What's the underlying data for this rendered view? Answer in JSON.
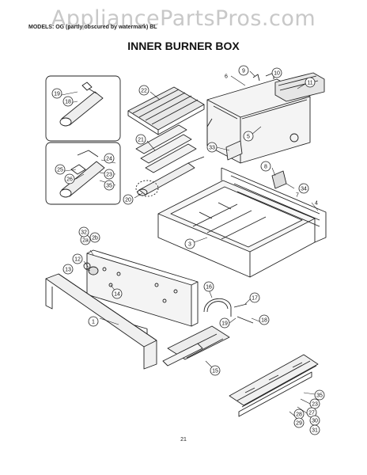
{
  "watermark": "AppliancePartsPros.com",
  "model_line": "MODELS: OG (partly obscured by watermark) BL",
  "title": "INNER BURNER BOX",
  "page_number": "21",
  "callouts": [
    {
      "id": "c1",
      "label": "1",
      "circle": true
    },
    {
      "id": "c2a",
      "label": "2a",
      "circle": true
    },
    {
      "id": "c2b",
      "label": "2b",
      "circle": true
    },
    {
      "id": "c3",
      "label": "3",
      "circle": true
    },
    {
      "id": "c4",
      "label": "4",
      "circle": false
    },
    {
      "id": "c5",
      "label": "5",
      "circle": true
    },
    {
      "id": "c6",
      "label": "6",
      "circle": false
    },
    {
      "id": "c7",
      "label": "7",
      "circle": false
    },
    {
      "id": "c8",
      "label": "8",
      "circle": true
    },
    {
      "id": "c9",
      "label": "9",
      "circle": true
    },
    {
      "id": "c10",
      "label": "10",
      "circle": true
    },
    {
      "id": "c11",
      "label": "11",
      "circle": true
    },
    {
      "id": "c12",
      "label": "12",
      "circle": true
    },
    {
      "id": "c13",
      "label": "13",
      "circle": true
    },
    {
      "id": "c14",
      "label": "14",
      "circle": true
    },
    {
      "id": "c15",
      "label": "15",
      "circle": true
    },
    {
      "id": "c16",
      "label": "16",
      "circle": true
    },
    {
      "id": "c17",
      "label": "17",
      "circle": true
    },
    {
      "id": "c18",
      "label": "18",
      "circle": true
    },
    {
      "id": "c19",
      "label": "19",
      "circle": true
    },
    {
      "id": "c20",
      "label": "20",
      "circle": true
    },
    {
      "id": "c21",
      "label": "21",
      "circle": true
    },
    {
      "id": "c22",
      "label": "22",
      "circle": true
    },
    {
      "id": "c33",
      "label": "33",
      "circle": true
    },
    {
      "id": "c34",
      "label": "34",
      "circle": true
    },
    {
      "id": "c32",
      "label": "32",
      "circle": true
    },
    {
      "id": "d19",
      "label": "19",
      "circle": true
    },
    {
      "id": "d18",
      "label": "18",
      "circle": true
    },
    {
      "id": "d24",
      "label": "24",
      "circle": true
    },
    {
      "id": "d25",
      "label": "25",
      "circle": true
    },
    {
      "id": "d26",
      "label": "26",
      "circle": true
    },
    {
      "id": "d23",
      "label": "23",
      "circle": true
    },
    {
      "id": "d35",
      "label": "35",
      "circle": true
    },
    {
      "id": "e35",
      "label": "35",
      "circle": true
    },
    {
      "id": "e23",
      "label": "23",
      "circle": true
    },
    {
      "id": "e27",
      "label": "27",
      "circle": true
    },
    {
      "id": "e28",
      "label": "28",
      "circle": true
    },
    {
      "id": "e30",
      "label": "30",
      "circle": true
    },
    {
      "id": "e29",
      "label": "29",
      "circle": true
    },
    {
      "id": "e31",
      "label": "31",
      "circle": true
    }
  ]
}
